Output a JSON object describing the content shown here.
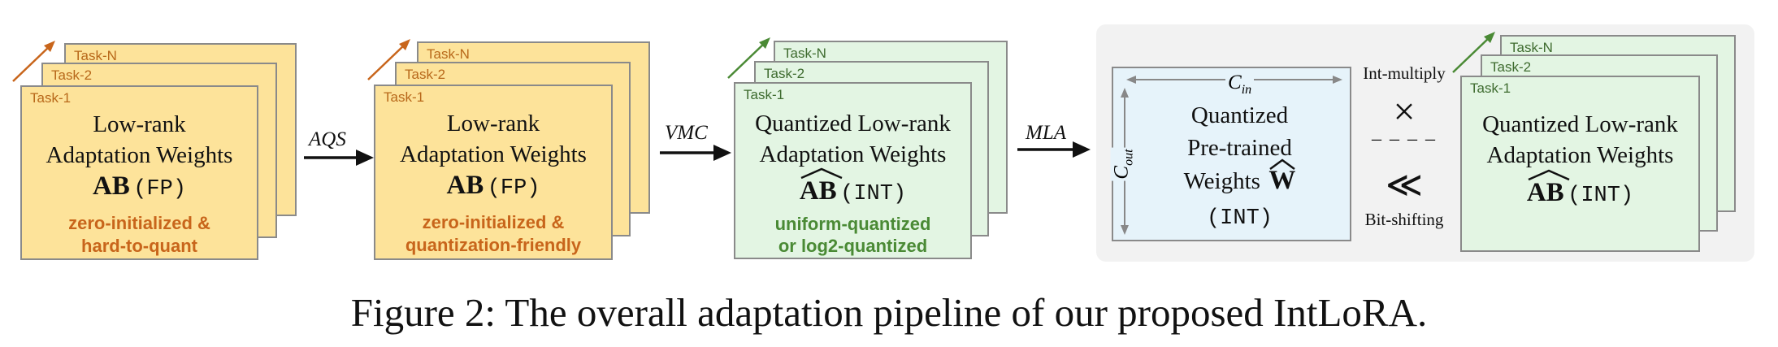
{
  "caption": "Figure 2: The overall adaptation pipeline of our proposed IntLoRA.",
  "stage1": {
    "tasks": [
      "Task-N",
      "Task-2",
      "Task-1"
    ],
    "line1": "Low-rank",
    "line2": "Adaptation Weights",
    "symbol": "AB",
    "format": "(FP)",
    "note1": "zero-initialized &",
    "note2": "hard-to-quant"
  },
  "op1": "AQS",
  "stage2": {
    "tasks": [
      "Task-N",
      "Task-2",
      "Task-1"
    ],
    "line1": "Low-rank",
    "line2": "Adaptation Weights",
    "symbol": "AB",
    "format": "(FP)",
    "note1": "zero-initialized &",
    "note2": "quantization-friendly"
  },
  "op2": "VMC",
  "stage3": {
    "tasks": [
      "Task-N",
      "Task-2",
      "Task-1"
    ],
    "line1": "Quantized Low-rank",
    "line2": "Adaptation Weights",
    "symbol": "AB",
    "format": "(INT)",
    "note1": "uniform-quantized",
    "note2": "or log2-quantized"
  },
  "op3": "MLA",
  "pretrained": {
    "c_in": "C",
    "c_in_sub": "in",
    "c_out": "C",
    "c_out_sub": "out",
    "line1": "Quantized",
    "line2": "Pre-trained",
    "line3": "Weights",
    "symbol": "W",
    "format": "(INT)"
  },
  "middle": {
    "top_label": "Int-multiply",
    "times": "×",
    "dashes": "– – – –",
    "shift": "≪",
    "bottom_label": "Bit-shifting"
  },
  "stage4": {
    "tasks": [
      "Task-N",
      "Task-2",
      "Task-1"
    ],
    "line1": "Quantized Low-rank",
    "line2": "Adaptation Weights",
    "symbol": "AB",
    "format": "(INT)"
  },
  "colors": {
    "orange_fill": "#fde39a",
    "orange_text": "#c8651b",
    "green_fill": "#e3f5e3",
    "green_text": "#4a8a35",
    "blue_fill": "#e6f3fa",
    "panel": "#f2f2f2"
  }
}
